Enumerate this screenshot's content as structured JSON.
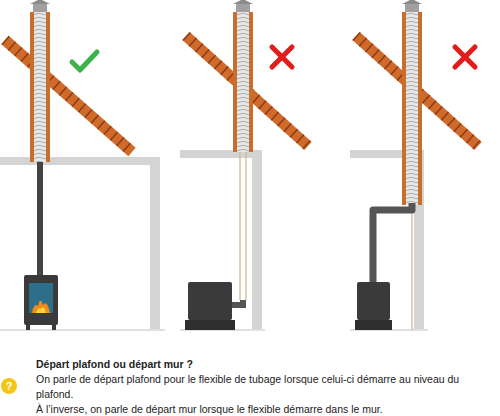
{
  "diagram": {
    "title": "Départ plafond ou départ mur ?",
    "labels": [
      "?",
      "On parle de départ plafond pour le flexible de tubage lorsque celui-ci démarre au niveau du plafond.",
      "À l’inverse, on parle de départ mur lorsque le flexible démarre dans le mur."
    ]
  }
}
